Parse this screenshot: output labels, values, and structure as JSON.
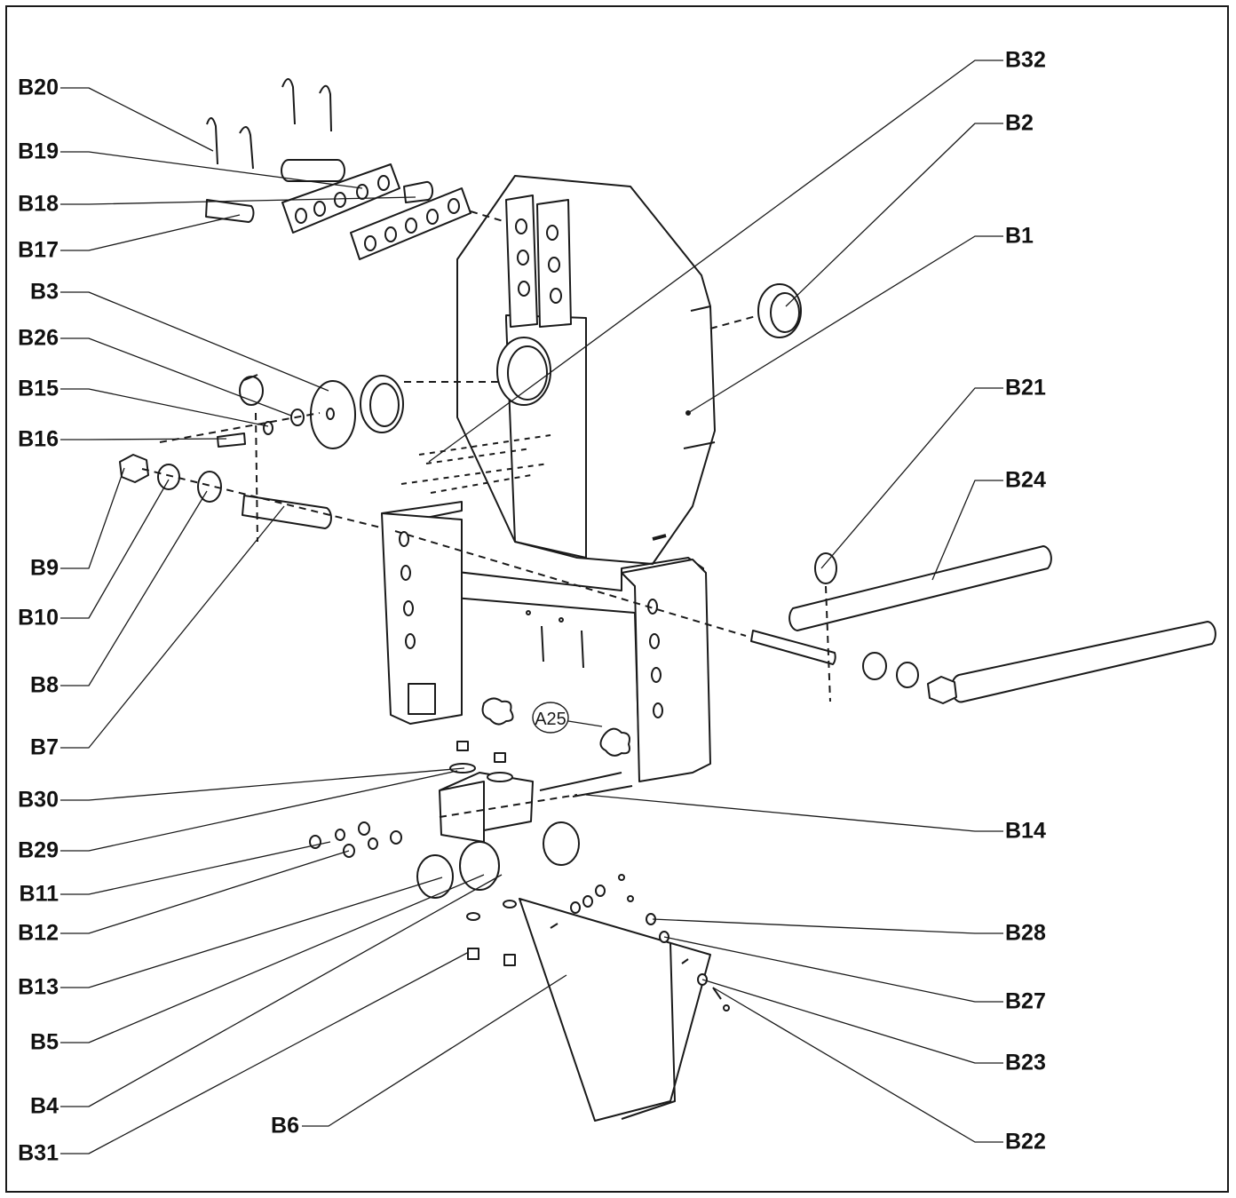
{
  "diagram": {
    "line_color": "#1a1a1a",
    "labels": {
      "B1": "B1",
      "B2": "B2",
      "B3": "B3",
      "B4": "B4",
      "B5": "B5",
      "B6": "B6",
      "B7": "B7",
      "B8": "B8",
      "B9": "B9",
      "B10": "B10",
      "B11": "B11",
      "B12": "B12",
      "B13": "B13",
      "B14": "B14",
      "B15": "B15",
      "B16": "B16",
      "B17": "B17",
      "B18": "B18",
      "B19": "B19",
      "B20": "B20",
      "B21": "B21",
      "B22": "B22",
      "B23": "B23",
      "B24": "B24",
      "B26": "B26",
      "B27": "B27",
      "B28": "B28",
      "B29": "B29",
      "B30": "B30",
      "B31": "B31",
      "B32": "B32"
    },
    "callout_A25": "A25"
  }
}
